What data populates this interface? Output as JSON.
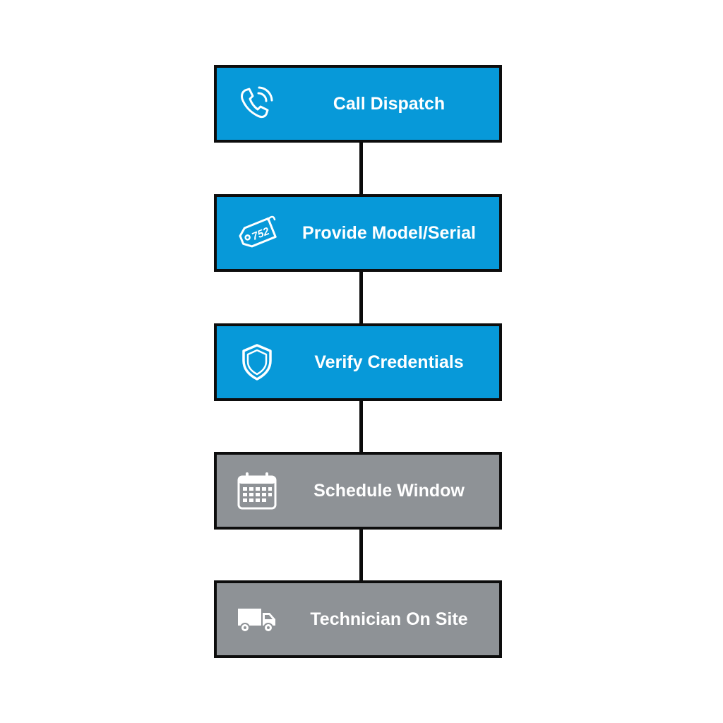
{
  "flow": {
    "steps": [
      {
        "label": "Call Dispatch",
        "icon": "phone-icon",
        "status": "active"
      },
      {
        "label": "Provide Model/Serial",
        "icon": "tag-icon",
        "status": "active",
        "icon_text": "752"
      },
      {
        "label": "Verify Credentials",
        "icon": "shield-icon",
        "status": "active"
      },
      {
        "label": "Schedule Window",
        "icon": "calendar-icon",
        "status": "pending"
      },
      {
        "label": "Technician On Site",
        "icon": "truck-icon",
        "status": "pending"
      }
    ]
  },
  "colors": {
    "active": "#0799d9",
    "pending": "#8e9296",
    "border": "#0d0d0d",
    "text": "#ffffff"
  }
}
